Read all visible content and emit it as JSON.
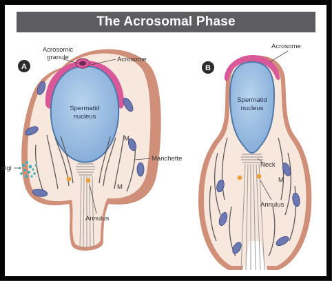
{
  "title": "The Acrosomal Phase",
  "panels": {
    "a": {
      "badge": "A",
      "labels": {
        "acrosomic_granule_line1": "Acrosomic",
        "acrosomic_granule_line2": "granule",
        "acrosome": "Acrosome",
        "nucleus_line1": "Spermatid",
        "nucleus_line2": "nucleus",
        "m_upper": "M",
        "m_lower": "M",
        "manchette": "Manchette",
        "golgi": "olgi",
        "annulus": "Annulus"
      }
    },
    "b": {
      "badge": "B",
      "labels": {
        "acrosome": "Acrosome",
        "nucleus_line1": "Spermatid",
        "nucleus_line2": "nucleus",
        "neck": "Neck",
        "m": "M",
        "annulus": "Annulus"
      }
    }
  },
  "colors": {
    "cytoplasm": "#f7e7dd",
    "membrane_shadow": "#cf8f78",
    "nucleus": "#8db5de",
    "acrosome": "#d8589a",
    "mitochondria": "#6c78b2",
    "golgi": "#3ab0b6",
    "annulus": "#e9a33a",
    "title_bar": "#5d5c61"
  }
}
